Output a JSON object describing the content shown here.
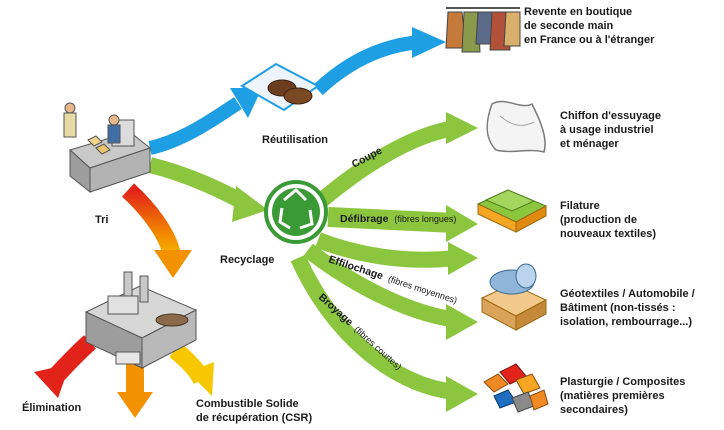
{
  "colors": {
    "blue_arrow": "#1e9ee3",
    "green_arrow": "#8cc63f",
    "green_dark": "#3a9a35",
    "red_arrow": "#e2231a",
    "orange_arrow": "#f39200",
    "yellow_arrow": "#f7c800"
  },
  "nodes": {
    "tri": "Tri",
    "reutilisation": "Réutilisation",
    "recyclage": "Recyclage",
    "elimination": "Élimination",
    "csr": "Combustible Solide\nde récupération (CSR)"
  },
  "outcomes": {
    "revente": "Revente en boutique\nde seconde main\nen France ou à l'étranger",
    "chiffon": "Chiffon d'essuyage\nà usage industriel\net ménager",
    "filature": "Filature\n(production de\nnouveaux textiles)",
    "geotextiles": "Géotextiles / Automobile /\nBâtiment (non-tissés :\nisolation, rembourrage...)",
    "plasturgie": "Plasturgie / Composites\n(matières premières\nsecondaires)"
  },
  "processes": {
    "coupe": "Coupe",
    "defibrage": "Défibrage",
    "defibrage_note": "(fibres longues)",
    "effilochage": "Effilochage",
    "effilochage_note": "(fibres moyennes)",
    "broyage": "Broyage",
    "broyage_note": "(fibres courtes)"
  },
  "icons": {
    "sorting": "sorting-station-icon",
    "recycle": "recycle-symbol-icon",
    "shoes": "shoes-box-icon",
    "clothes": "clothes-rack-icon",
    "cloth": "cloth-rag-icon",
    "fabric": "fabric-stack-icon",
    "roll": "insulation-roll-icon",
    "plastic": "plastic-pieces-icon",
    "factory": "incineration-plant-icon"
  }
}
